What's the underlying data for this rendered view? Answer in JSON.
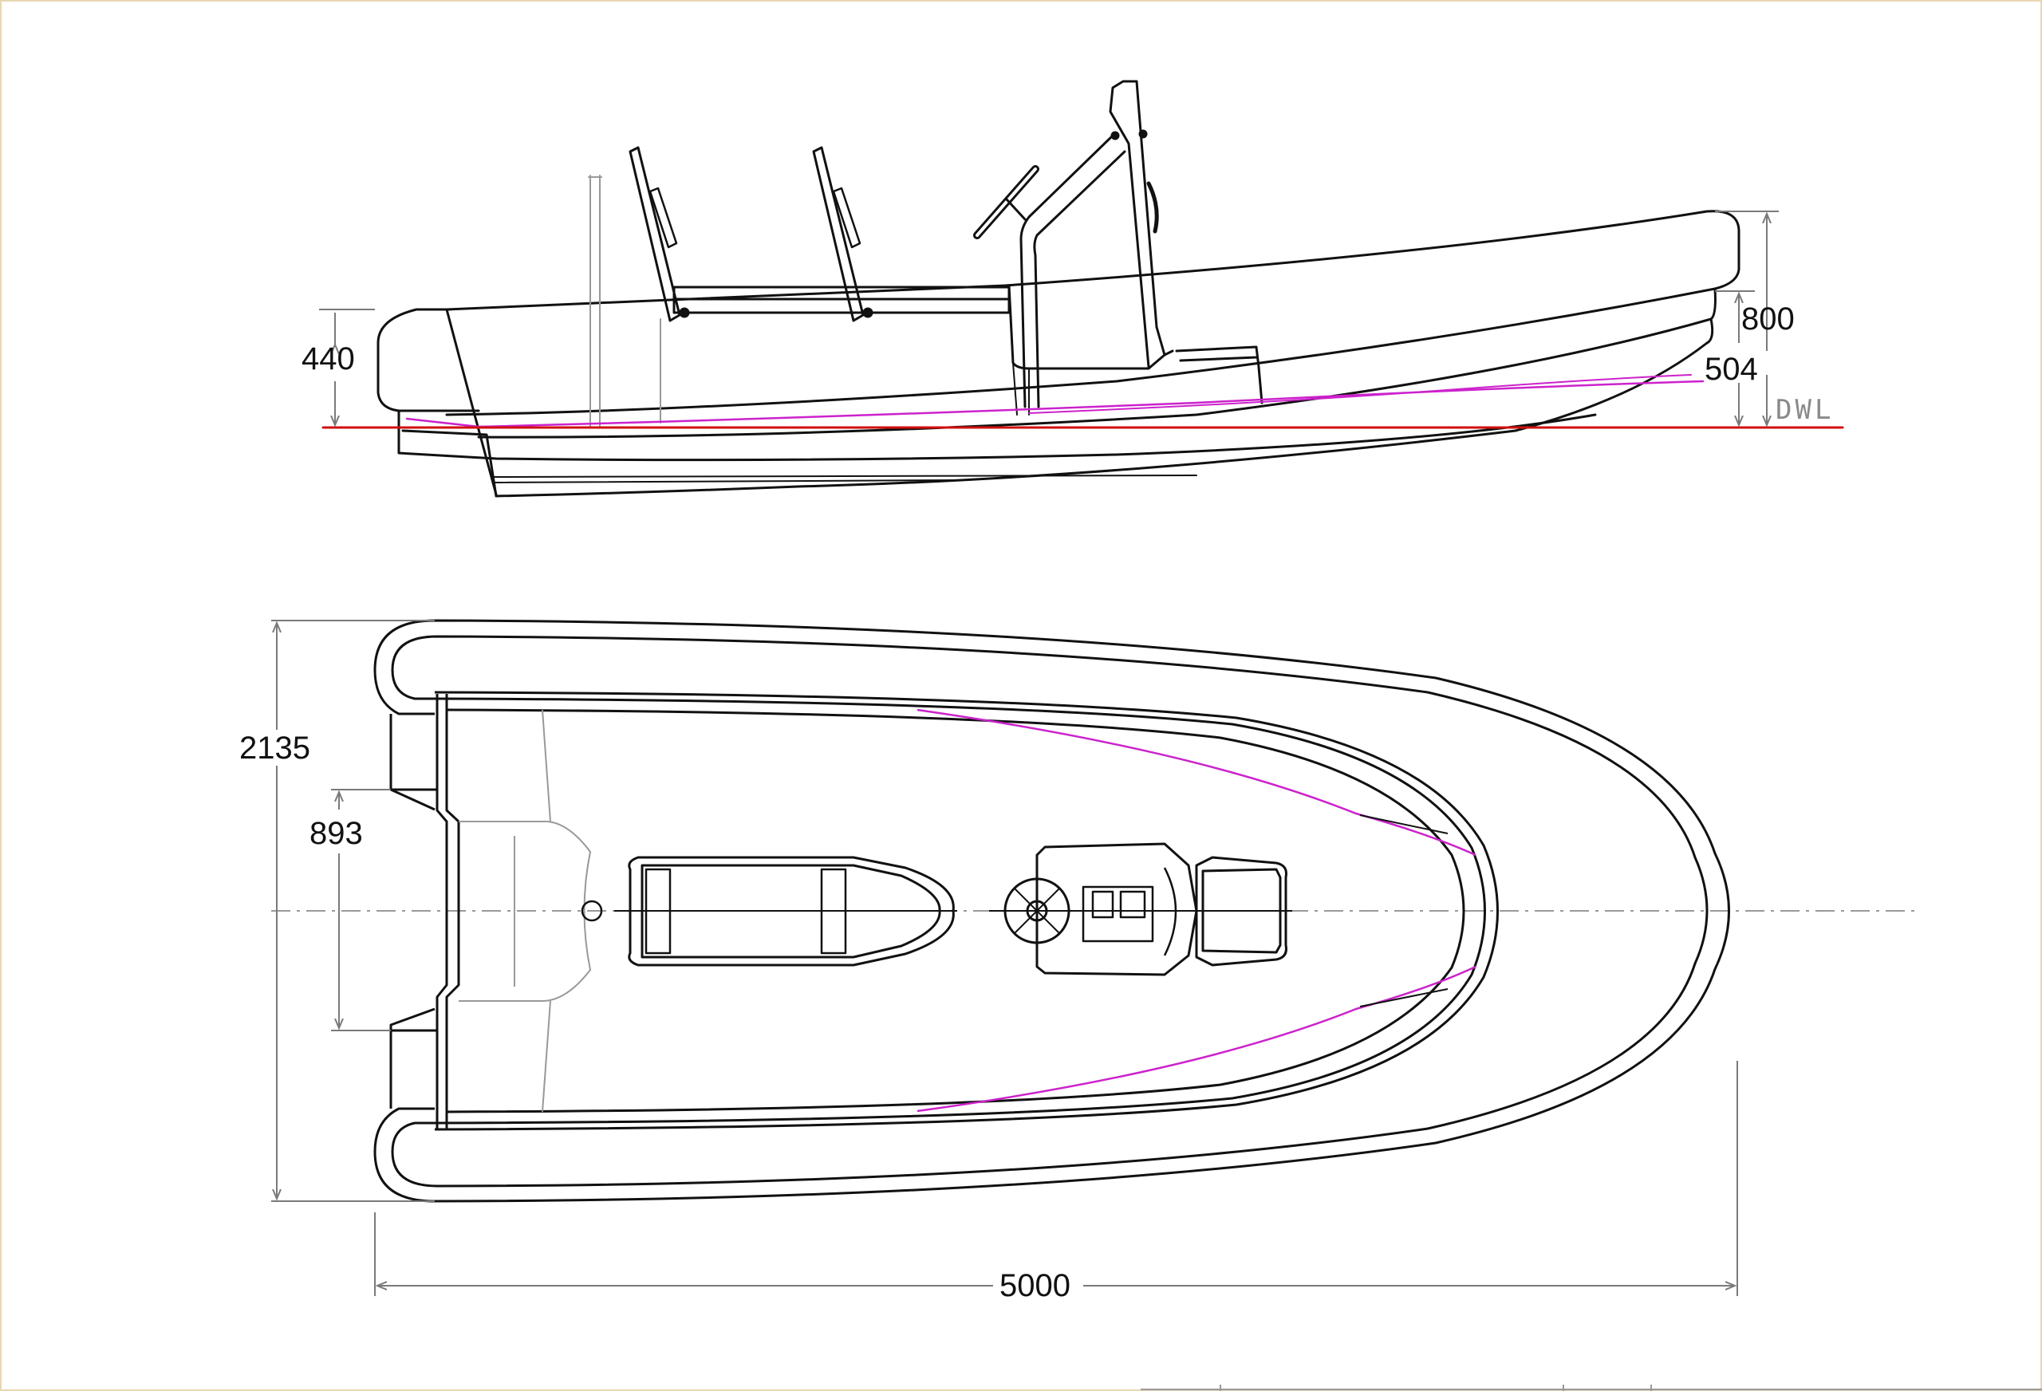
{
  "dimensions": {
    "transom_height": "440",
    "bow_height": "800",
    "bow_draft_line": "504",
    "overall_beam": "2135",
    "transom_gap": "893",
    "overall_length": "5000"
  },
  "labels": {
    "waterline": "DWL"
  },
  "colors": {
    "outline": "#111111",
    "waterline": "#d01010",
    "chine_line": "#cc22cc",
    "dimension_line": "#7a7a7a",
    "frame_border": "#e8d7b4"
  }
}
